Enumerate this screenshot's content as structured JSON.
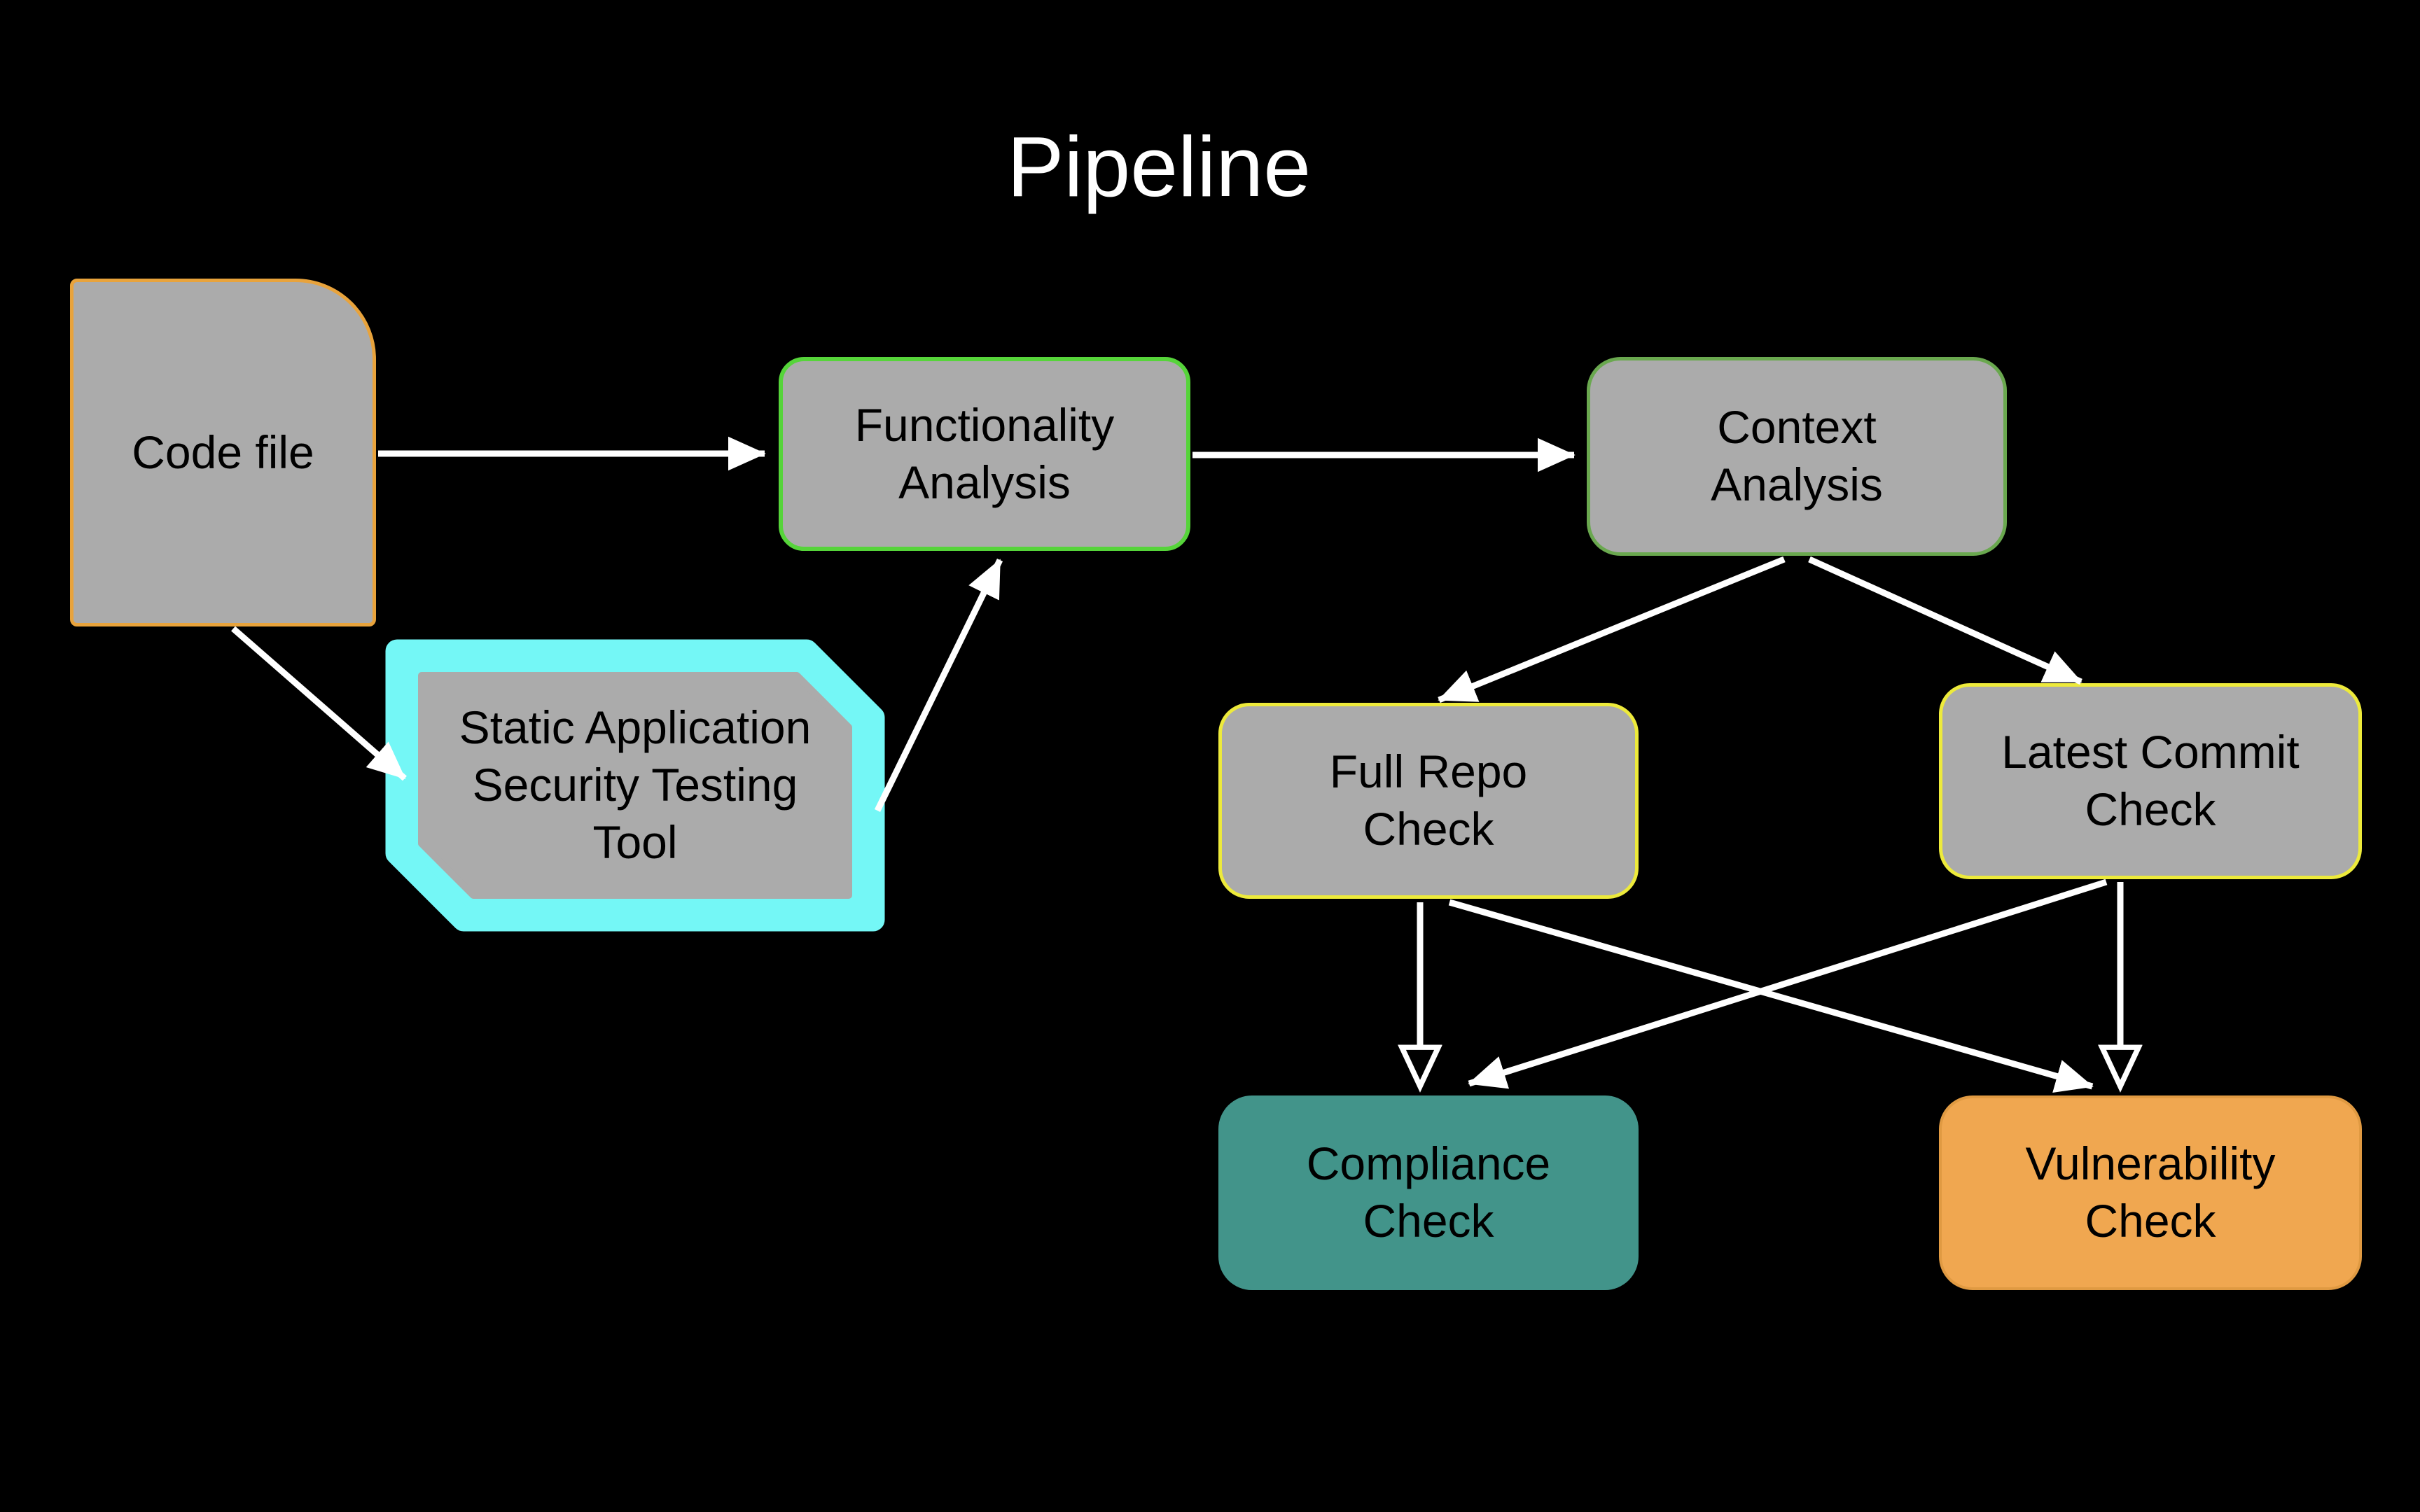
{
  "title": "Pipeline",
  "colors": {
    "background": "#000000",
    "node-fill": "#ababab",
    "text": "#000000",
    "title-text": "#ffffff",
    "arrow": "#ffffff",
    "orange-border": "#e8a33c",
    "bright-green-border": "#56d43a",
    "green-border": "#6aa84f",
    "yellow-border": "#edea3b",
    "cyan-border": "#74f7f6",
    "teal-fill": "#42948a",
    "orange-fill": "#f0a750"
  },
  "nodes": {
    "code_file": {
      "label": "Code file",
      "shape": "card-rounded-top-right",
      "border": "orange"
    },
    "functionality_analysis": {
      "label": "Functionality\nAnalysis",
      "shape": "rounded-rectangle",
      "border": "bright-green"
    },
    "context_analysis": {
      "label": "Context\nAnalysis",
      "shape": "rounded-rectangle",
      "border": "green"
    },
    "sast": {
      "label": "Static Application\nSecurity Testing\nTool",
      "shape": "beveled-card",
      "border": "cyan-thick"
    },
    "full_repo_check": {
      "label": "Full Repo\nCheck",
      "shape": "rounded-rectangle",
      "border": "yellow"
    },
    "latest_commit_check": {
      "label": "Latest Commit\nCheck",
      "shape": "rounded-rectangle",
      "border": "yellow"
    },
    "compliance_check": {
      "label": "Compliance\nCheck",
      "shape": "rounded-rectangle",
      "fill": "teal"
    },
    "vulnerability_check": {
      "label": "Vulnerability\nCheck",
      "shape": "rounded-rectangle",
      "fill": "orange"
    }
  },
  "edges": [
    {
      "from": "code_file",
      "to": "functionality_analysis"
    },
    {
      "from": "code_file",
      "to": "sast"
    },
    {
      "from": "sast",
      "to": "functionality_analysis"
    },
    {
      "from": "functionality_analysis",
      "to": "context_analysis"
    },
    {
      "from": "context_analysis",
      "to": "full_repo_check"
    },
    {
      "from": "context_analysis",
      "to": "latest_commit_check"
    },
    {
      "from": "full_repo_check",
      "to": "compliance_check"
    },
    {
      "from": "full_repo_check",
      "to": "vulnerability_check"
    },
    {
      "from": "latest_commit_check",
      "to": "compliance_check"
    },
    {
      "from": "latest_commit_check",
      "to": "vulnerability_check"
    }
  ]
}
